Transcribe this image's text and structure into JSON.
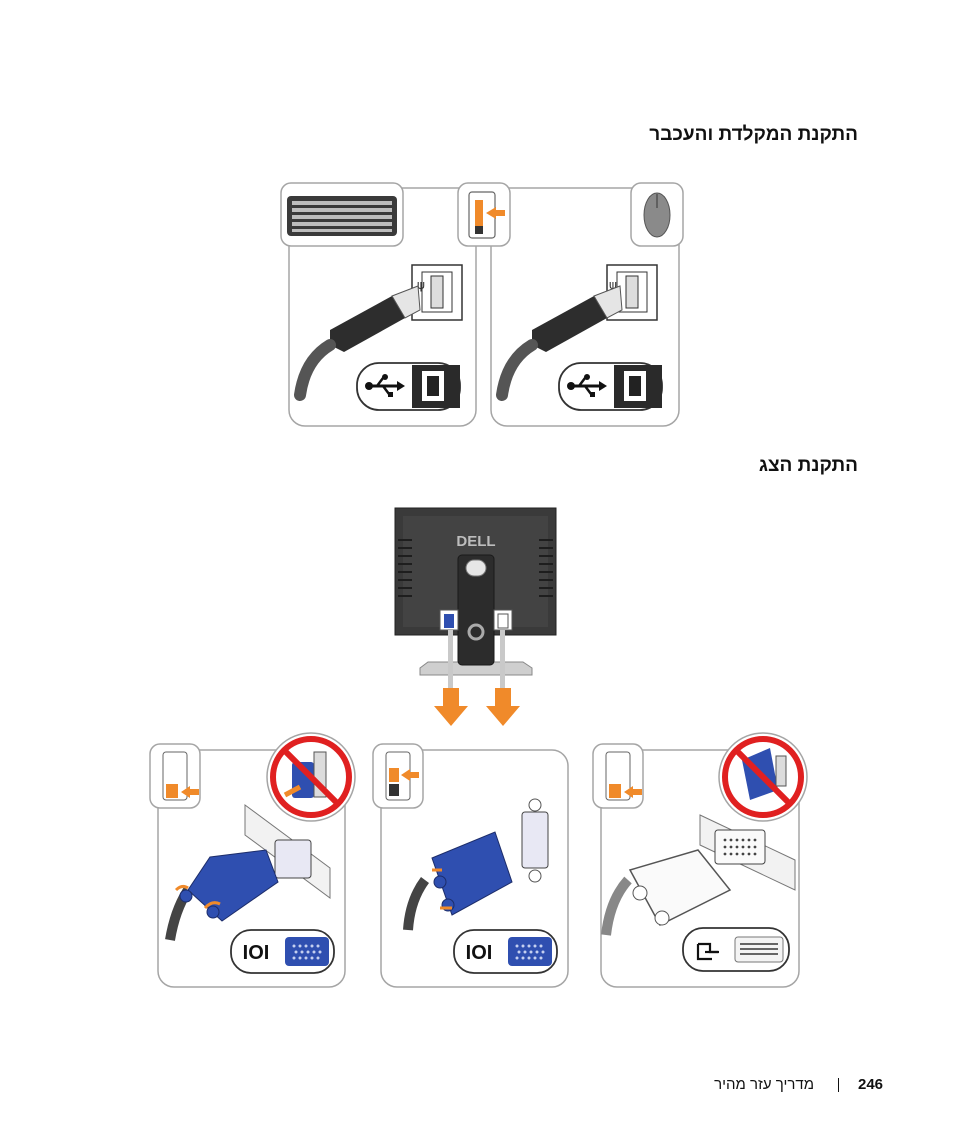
{
  "section_keyboard_mouse": {
    "title": "התקנת המקלדת והעכבר"
  },
  "section_display": {
    "title": "התקנת הצג",
    "brand_logo": "DELL"
  },
  "colors": {
    "orange": "#f08a2a",
    "blue": "#2f4fb0",
    "red": "#e02020",
    "gray_border": "#9a9a9a",
    "dark": "#2a2a2a"
  },
  "icons": [
    "keyboard-icon",
    "mouse-icon",
    "usb-icon",
    "usb-port-icon",
    "vga-icon",
    "dvi-icon",
    "no-sign-icon",
    "arrow-down-icon"
  ],
  "footer": {
    "page_number": "246",
    "doc_title": "מדריך עזר מהיר"
  }
}
